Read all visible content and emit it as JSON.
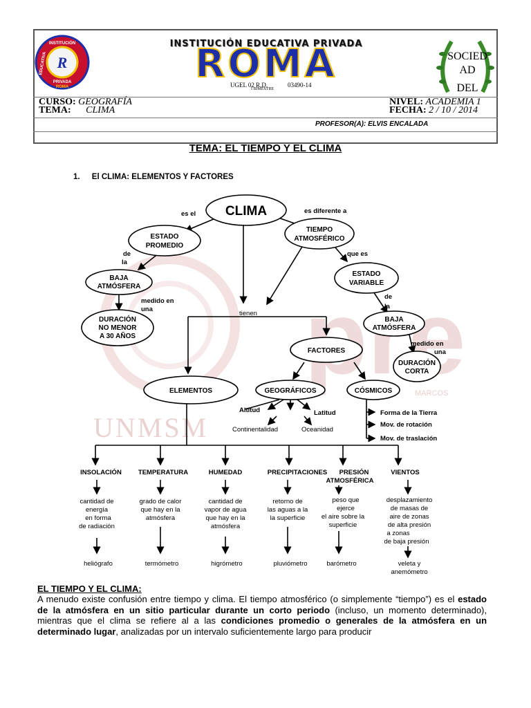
{
  "header": {
    "institution": "INSTITUCIÓN EDUCATIVA PRIVADA",
    "name": "ROMA",
    "ugel": "UGEL 02 R.D.",
    "ugel_number": "03490-14",
    "bimester": "I BIMESTRE",
    "curso_label": "CURSO:",
    "curso_value": "GEOGRAFÍA",
    "tema_label": "TEMA:",
    "tema_value": "CLIMA",
    "nivel_label": "NIVEL:",
    "nivel_value": "ACADEMIA 1",
    "fecha_label": "FECHA:",
    "fecha_value": "2 / 10 / 2014",
    "profesor": "PROFESOR(A): ELVIS ENCALADA",
    "left_logo_text": [
      "INSTITUCIÓN",
      "EDUCATIVA",
      "PRIVADA",
      "ROMA"
    ],
    "right_emblem_text": [
      "SOCIED",
      "AD",
      "DEL"
    ]
  },
  "page_title": "TEMA: EL TIEMPO Y EL CLIMA",
  "section": {
    "number": "1.",
    "title": "El CLIMA: ELEMENTOS Y FACTORES"
  },
  "watermark": {
    "logo": "pre",
    "university": "UNMSM",
    "sub": "MARCOS"
  },
  "map": {
    "clima": "CLIMA",
    "es_el": "es el",
    "es_diferente": "es diferente a",
    "estado_promedio": [
      "ESTADO",
      "PROMEDIO"
    ],
    "tiempo_atmosferico": [
      "TIEMPO",
      "ATMOSFÉRICO"
    ],
    "de_la_1": [
      "de",
      "la"
    ],
    "que_es": "que es",
    "baja_atmosfera_1": [
      "BAJA",
      "ATMÓSFERA"
    ],
    "estado_variable": [
      "ESTADO",
      "VARIABLE"
    ],
    "medido_en_una_1": [
      "medido en",
      "una"
    ],
    "tienen": "tienen",
    "de_la_2": [
      "de",
      "la"
    ],
    "duracion_larga": [
      "DURACIÓN",
      "NO MENOR",
      "A 30 AÑOS"
    ],
    "baja_atmosfera_2": [
      "BAJA",
      "ATMÓSFERA"
    ],
    "factores": "FACTORES",
    "medido_en_una_2": [
      "medido en",
      "una"
    ],
    "duracion_corta": [
      "DURACIÓN",
      "CORTA"
    ],
    "elementos": "ELEMENTOS",
    "geograficos": "GEOGRÁFICOS",
    "cosmicos": "CÓSMICOS",
    "altitud": "Altitud",
    "latitud": "Latitud",
    "continentalidad": "Continentalidad",
    "oceanidad": "Oceanidad",
    "cosmicos_items": [
      "Forma de la Tierra",
      "Mov. de rotación",
      "Mov. de traslación"
    ],
    "columns": [
      {
        "title": [
          "INSOLACIÓN"
        ],
        "desc": [
          "cantidad de",
          "energía",
          "en forma",
          "de radiación"
        ],
        "instrument": [
          "heliógrafo"
        ]
      },
      {
        "title": [
          "TEMPERATURA"
        ],
        "desc": [
          "grado de calor",
          "que hay en la",
          "atmósfera"
        ],
        "instrument": [
          "termómetro"
        ]
      },
      {
        "title": [
          "HUMEDAD"
        ],
        "desc": [
          "cantidad de",
          "vapor de agua",
          "que hay en la",
          "atmósfera"
        ],
        "instrument": [
          "higrómetro"
        ]
      },
      {
        "title": [
          "PRECIPITACIONES"
        ],
        "desc": [
          "retorno de",
          "las aguas a la",
          "la superficie"
        ],
        "instrument": [
          "pluviómetro"
        ]
      },
      {
        "title": [
          "PRESIÓN",
          "ATMOSFÉRICA"
        ],
        "desc": [
          "peso que",
          "ejerce",
          "el aire sobre la",
          "superficie"
        ],
        "instrument": [
          "barómetro"
        ]
      },
      {
        "title": [
          "VIENTOS"
        ],
        "desc": [
          "desplazamiento",
          "de masas de",
          "aire de zonas",
          "de alta presión",
          "a zonas",
          "de baja presión"
        ],
        "instrument": [
          "veleta y",
          "anemómetro"
        ]
      }
    ]
  },
  "body": {
    "heading": "EL TIEMPO Y EL CLIMA:",
    "p1": "A menudo existe confusión entre tiempo y clima. El tiempo atmosférico (o simplemente “tiempo”) es el ",
    "b1": "estado de la atmósfera en un sitio particular durante un corto periodo",
    "p2": " (incluso, un momento determinado), mientras que el clima se refiere al a las ",
    "b2": "condiciones promedio o generales de la atmósfera en un determinado lugar",
    "p3": ", analizadas por un intervalo suficientemente largo para producir"
  },
  "colors": {
    "roma_blue": "#1c2fa8",
    "roma_yellow": "#f2c000",
    "logo_red": "#c8102e",
    "watermark": "#e7c6c6"
  }
}
